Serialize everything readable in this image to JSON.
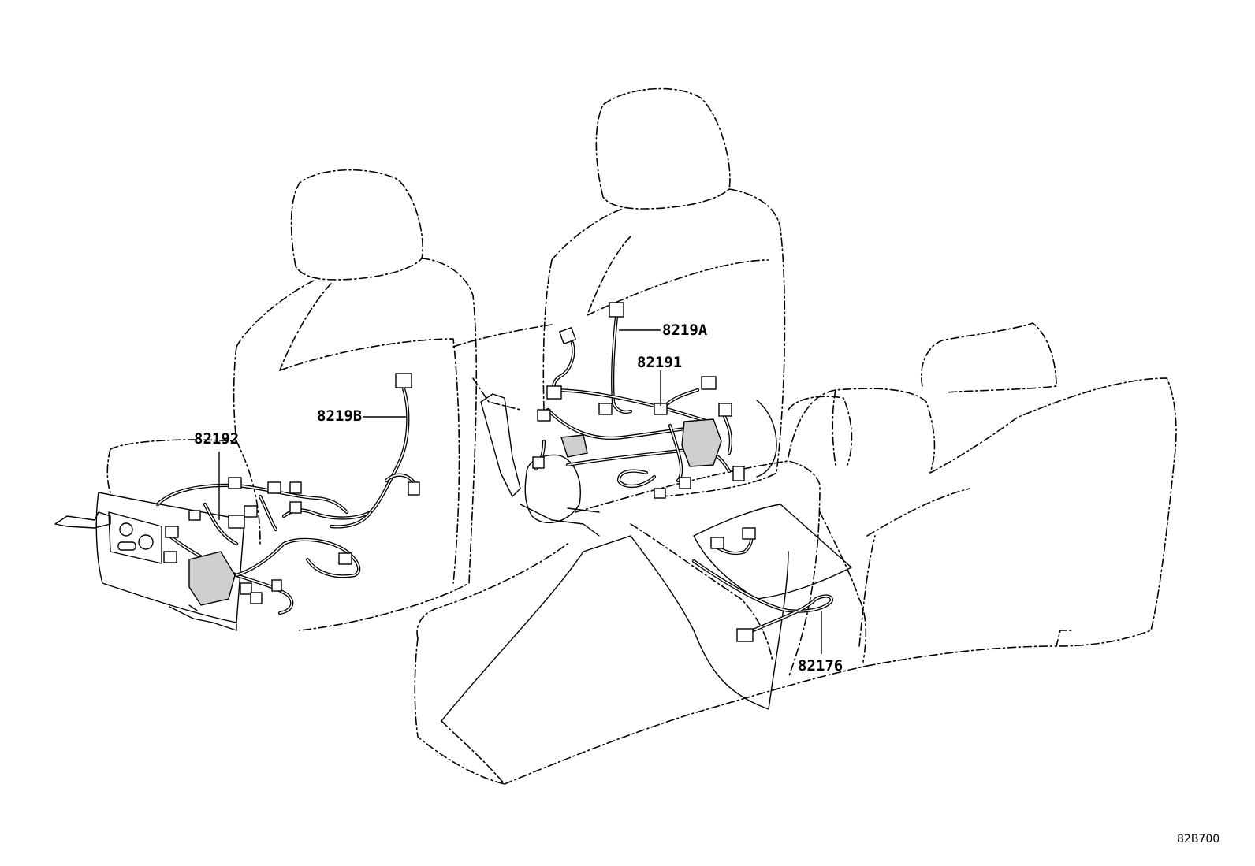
{
  "diagram": {
    "figure_id": "82B700",
    "parts": [
      {
        "number": "82192"
      },
      {
        "number": "8219B"
      },
      {
        "number": "8219A"
      },
      {
        "number": "82191"
      },
      {
        "number": "82176"
      }
    ]
  },
  "colors": {
    "line": "#000000",
    "background": "#ffffff",
    "block_fill": "#cfcfcf"
  }
}
